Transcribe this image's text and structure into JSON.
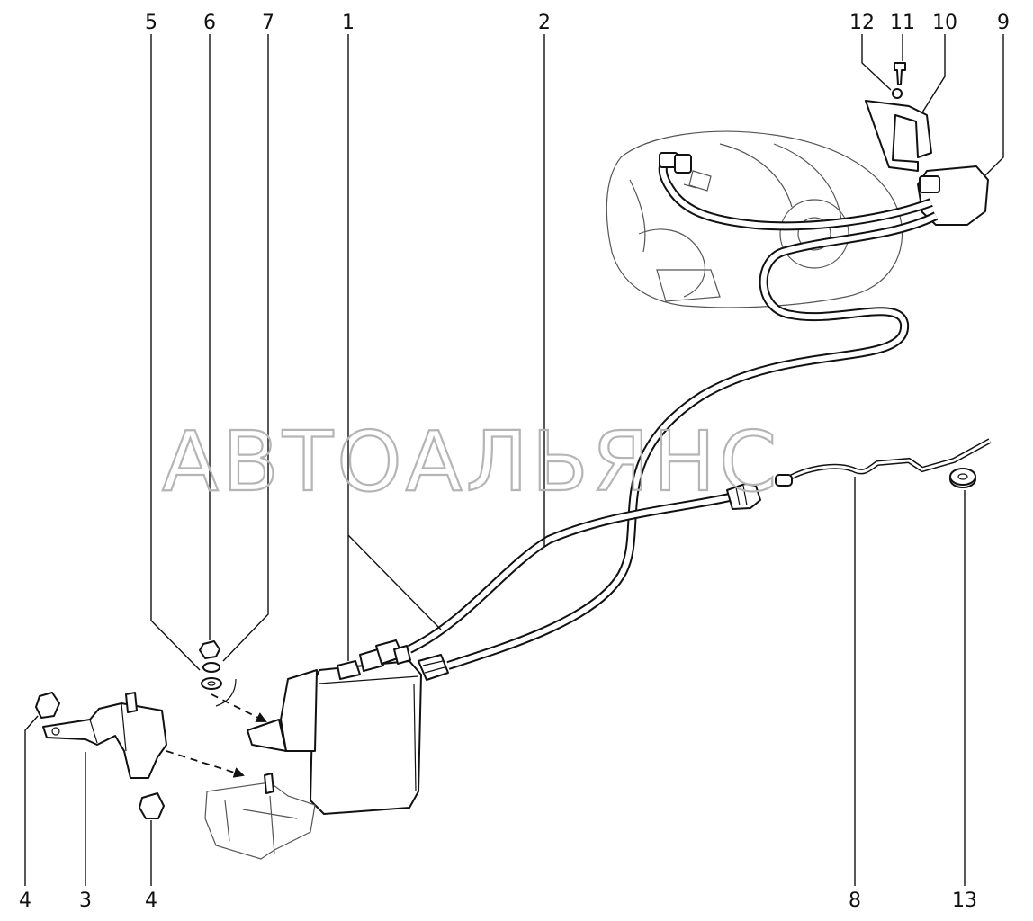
{
  "watermark": "АВТОАЛЬЯНС",
  "callouts": {
    "c1": "1",
    "c2": "2",
    "c3": "3",
    "c4a": "4",
    "c4b": "4",
    "c5": "5",
    "c6": "6",
    "c7": "7",
    "c8": "8",
    "c9": "9",
    "c10": "10",
    "c11": "11",
    "c12": "12",
    "c13": "13"
  }
}
